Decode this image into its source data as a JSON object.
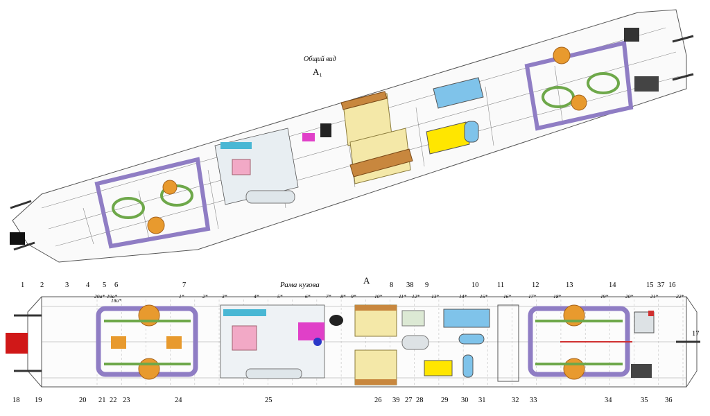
{
  "captions": {
    "general_view": "Общий вид",
    "view_a1": "A₁",
    "view_a": "A",
    "body_frame": "Рама кузова"
  },
  "callouts_top": [
    "1",
    "2",
    "3",
    "4",
    "5",
    "6",
    "7",
    "8",
    "38",
    "9",
    "10",
    "11",
    "12",
    "13",
    "14",
    "15",
    "37",
    "16"
  ],
  "callouts_bottom": [
    "18",
    "19",
    "20",
    "21",
    "22",
    "23",
    "24",
    "25",
    "26",
    "39",
    "27",
    "28",
    "29",
    "30",
    "31",
    "32",
    "33",
    "34",
    "35",
    "36",
    "17"
  ],
  "frame_sections": [
    "20а*",
    "19а*",
    "18а*",
    "1*",
    "2*",
    "3*",
    "4*",
    "5*",
    "6*",
    "7*",
    "8*",
    "9*",
    "10*",
    "11*",
    "12*",
    "13*",
    "14*",
    "15*",
    "16*",
    "17*",
    "18*",
    "19*",
    "20*",
    "21*",
    "22*"
  ],
  "colors": {
    "bogie": "#8f7dc4",
    "motor": "#e89a2e",
    "tank": "#f4e8a8",
    "cabinet": "#c8873e",
    "battery": "#ffe600",
    "cooler": "#7fc3ea",
    "wheel": "#6ea84a",
    "engine": "#f2a9c6",
    "accent": "#d03030"
  }
}
